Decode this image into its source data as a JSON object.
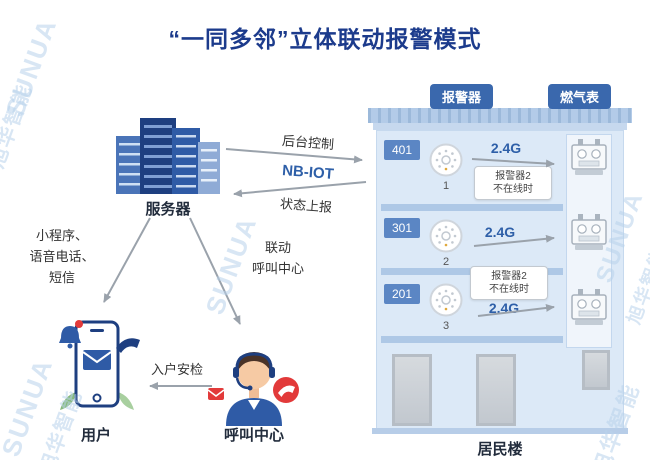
{
  "title": "“一同多邻”立体联动报警模式",
  "watermark": {
    "brand_en": "SUNUA",
    "brand_cn": "旭华智能"
  },
  "server": {
    "label": "服务器"
  },
  "flows": {
    "backend_control": "后台控制",
    "protocol": "NB-IOT",
    "status_report": "状态上报",
    "user_channels": [
      "小程序、",
      "语音电话、",
      "短信"
    ],
    "linkage": [
      "联动",
      "呼叫中心"
    ],
    "home_check": "入户安检"
  },
  "user": {
    "label": "用户"
  },
  "call_center": {
    "label": "呼叫中心"
  },
  "building": {
    "label": "居民楼",
    "alarm_badge": "报警器",
    "meter_badge": "燃气表",
    "floors": [
      {
        "room": "401",
        "device": "1",
        "signal": "2.4G",
        "callout": [
          "报警器2",
          "不在线时"
        ]
      },
      {
        "room": "301",
        "device": "2",
        "signal": "2.4G",
        "callout": []
      },
      {
        "room": "201",
        "device": "3",
        "signal": "2.4G",
        "callout": [
          "报警器2",
          "不在线时"
        ]
      }
    ]
  },
  "colors": {
    "title": "#1c3b8c",
    "accent_blue": "#2e5fa8",
    "badge_blue": "#3a68ad",
    "building_body": "#dce9f7",
    "watermark": "#b9d3ec",
    "arrow_gray": "#9aa2ab",
    "alert_red": "#e23a3a"
  }
}
